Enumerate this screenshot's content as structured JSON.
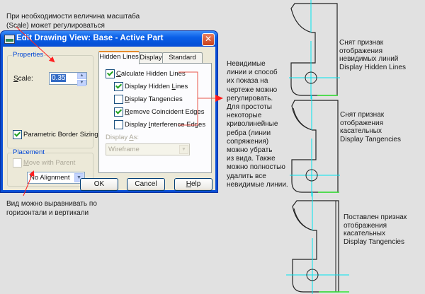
{
  "annotations": {
    "scale_note": "При необходимости величина масштаба\n(Scale) может регулироваться",
    "alignment_note": "Вид можно выравнивать по\nгоризонтали и вертикали",
    "hidden_lines_note": "Невидимые\nлинии и способ\nих показа на\nчертеже можно\nрегулировать.\nДля простоты\nнекоторые\nкриволинейные\nребра (линии\nсопряжения)\nможно убрать\nиз вида. Также\nможно полностью\nудалить все\nневидимые линии.",
    "view1_note": "Снят признак отображения\nневидимых линий\nDisplay Hidden Lines",
    "view2_note": "Снят признак отображения\nкасательных\nDisplay Tangencies",
    "view3_note": "Поставлен признак\nотображения касательных\nDisplay Tangencies"
  },
  "dialog": {
    "title": "Edit Drawing View: Base - Active Part",
    "close_glyph": "✕",
    "properties": {
      "group_label": "Properties",
      "scale_label_first": "S",
      "scale_label_rest": "cale:",
      "scale_value": "0.35",
      "spin_up": "▲",
      "spin_down": "▼",
      "parametric_border_sizing": {
        "label": "Parametric Border Sizing",
        "checked": true
      }
    },
    "placement": {
      "group_label": "Placement",
      "move_with_parent": {
        "label_first": "M",
        "label_rest": "ove with Parent",
        "checked": false,
        "enabled": false
      },
      "alignment_value": "No Alignment",
      "dropdown_glyph": "▼"
    },
    "tabs": [
      {
        "label": "Hidden Lines",
        "active": true
      },
      {
        "label": "Display",
        "active": false
      },
      {
        "label": "Standard Part",
        "active": false
      }
    ],
    "hidden_lines_tab": {
      "options": [
        {
          "pre": "",
          "key": "C",
          "post": "alculate Hidden Lines",
          "checked": true
        },
        {
          "pre": "Display Hidden ",
          "key": "L",
          "post": "ines",
          "checked": true
        },
        {
          "pre": "",
          "key": "D",
          "post": "isplay Tangencies",
          "checked": false
        },
        {
          "pre": "",
          "key": "R",
          "post": "emove Coincident Edges",
          "checked": true
        },
        {
          "pre": "Display ",
          "key": "I",
          "post": "nterference Edges",
          "checked": false
        }
      ],
      "display_as_label_pre": "Display ",
      "display_as_label_key": "A",
      "display_as_label_post": "s:",
      "display_as_value": "Wireframe",
      "display_as_enabled": false
    },
    "buttons": {
      "ok": "OK",
      "cancel": "Cancel",
      "help_key": "H",
      "help_rest": "elp"
    }
  },
  "colors": {
    "annotation_arrow": "#ff2020",
    "bracket": "#e8564a",
    "centerline": "#00e5ee",
    "edge_highlight": "#32e832",
    "outline": "#222222"
  }
}
